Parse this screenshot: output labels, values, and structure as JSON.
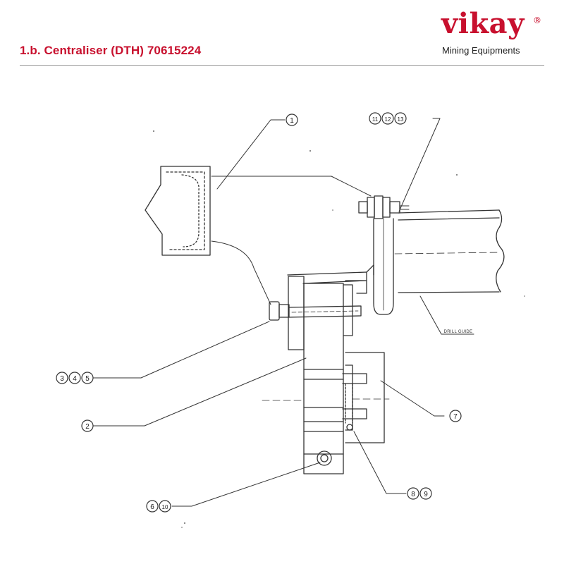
{
  "header": {
    "title": "1.b. Centraliser (DTH) 70615224",
    "accent_color": "#c8102e"
  },
  "logo": {
    "wordmark": "vikay",
    "registered_mark": "®",
    "tagline": "Mining Equipments"
  },
  "diagram": {
    "callouts": [
      "1",
      "11",
      "12",
      "13",
      "3",
      "4",
      "5",
      "2",
      "7",
      "6",
      "10",
      "8",
      "9"
    ],
    "annotation": "DRILL GUIDE"
  }
}
